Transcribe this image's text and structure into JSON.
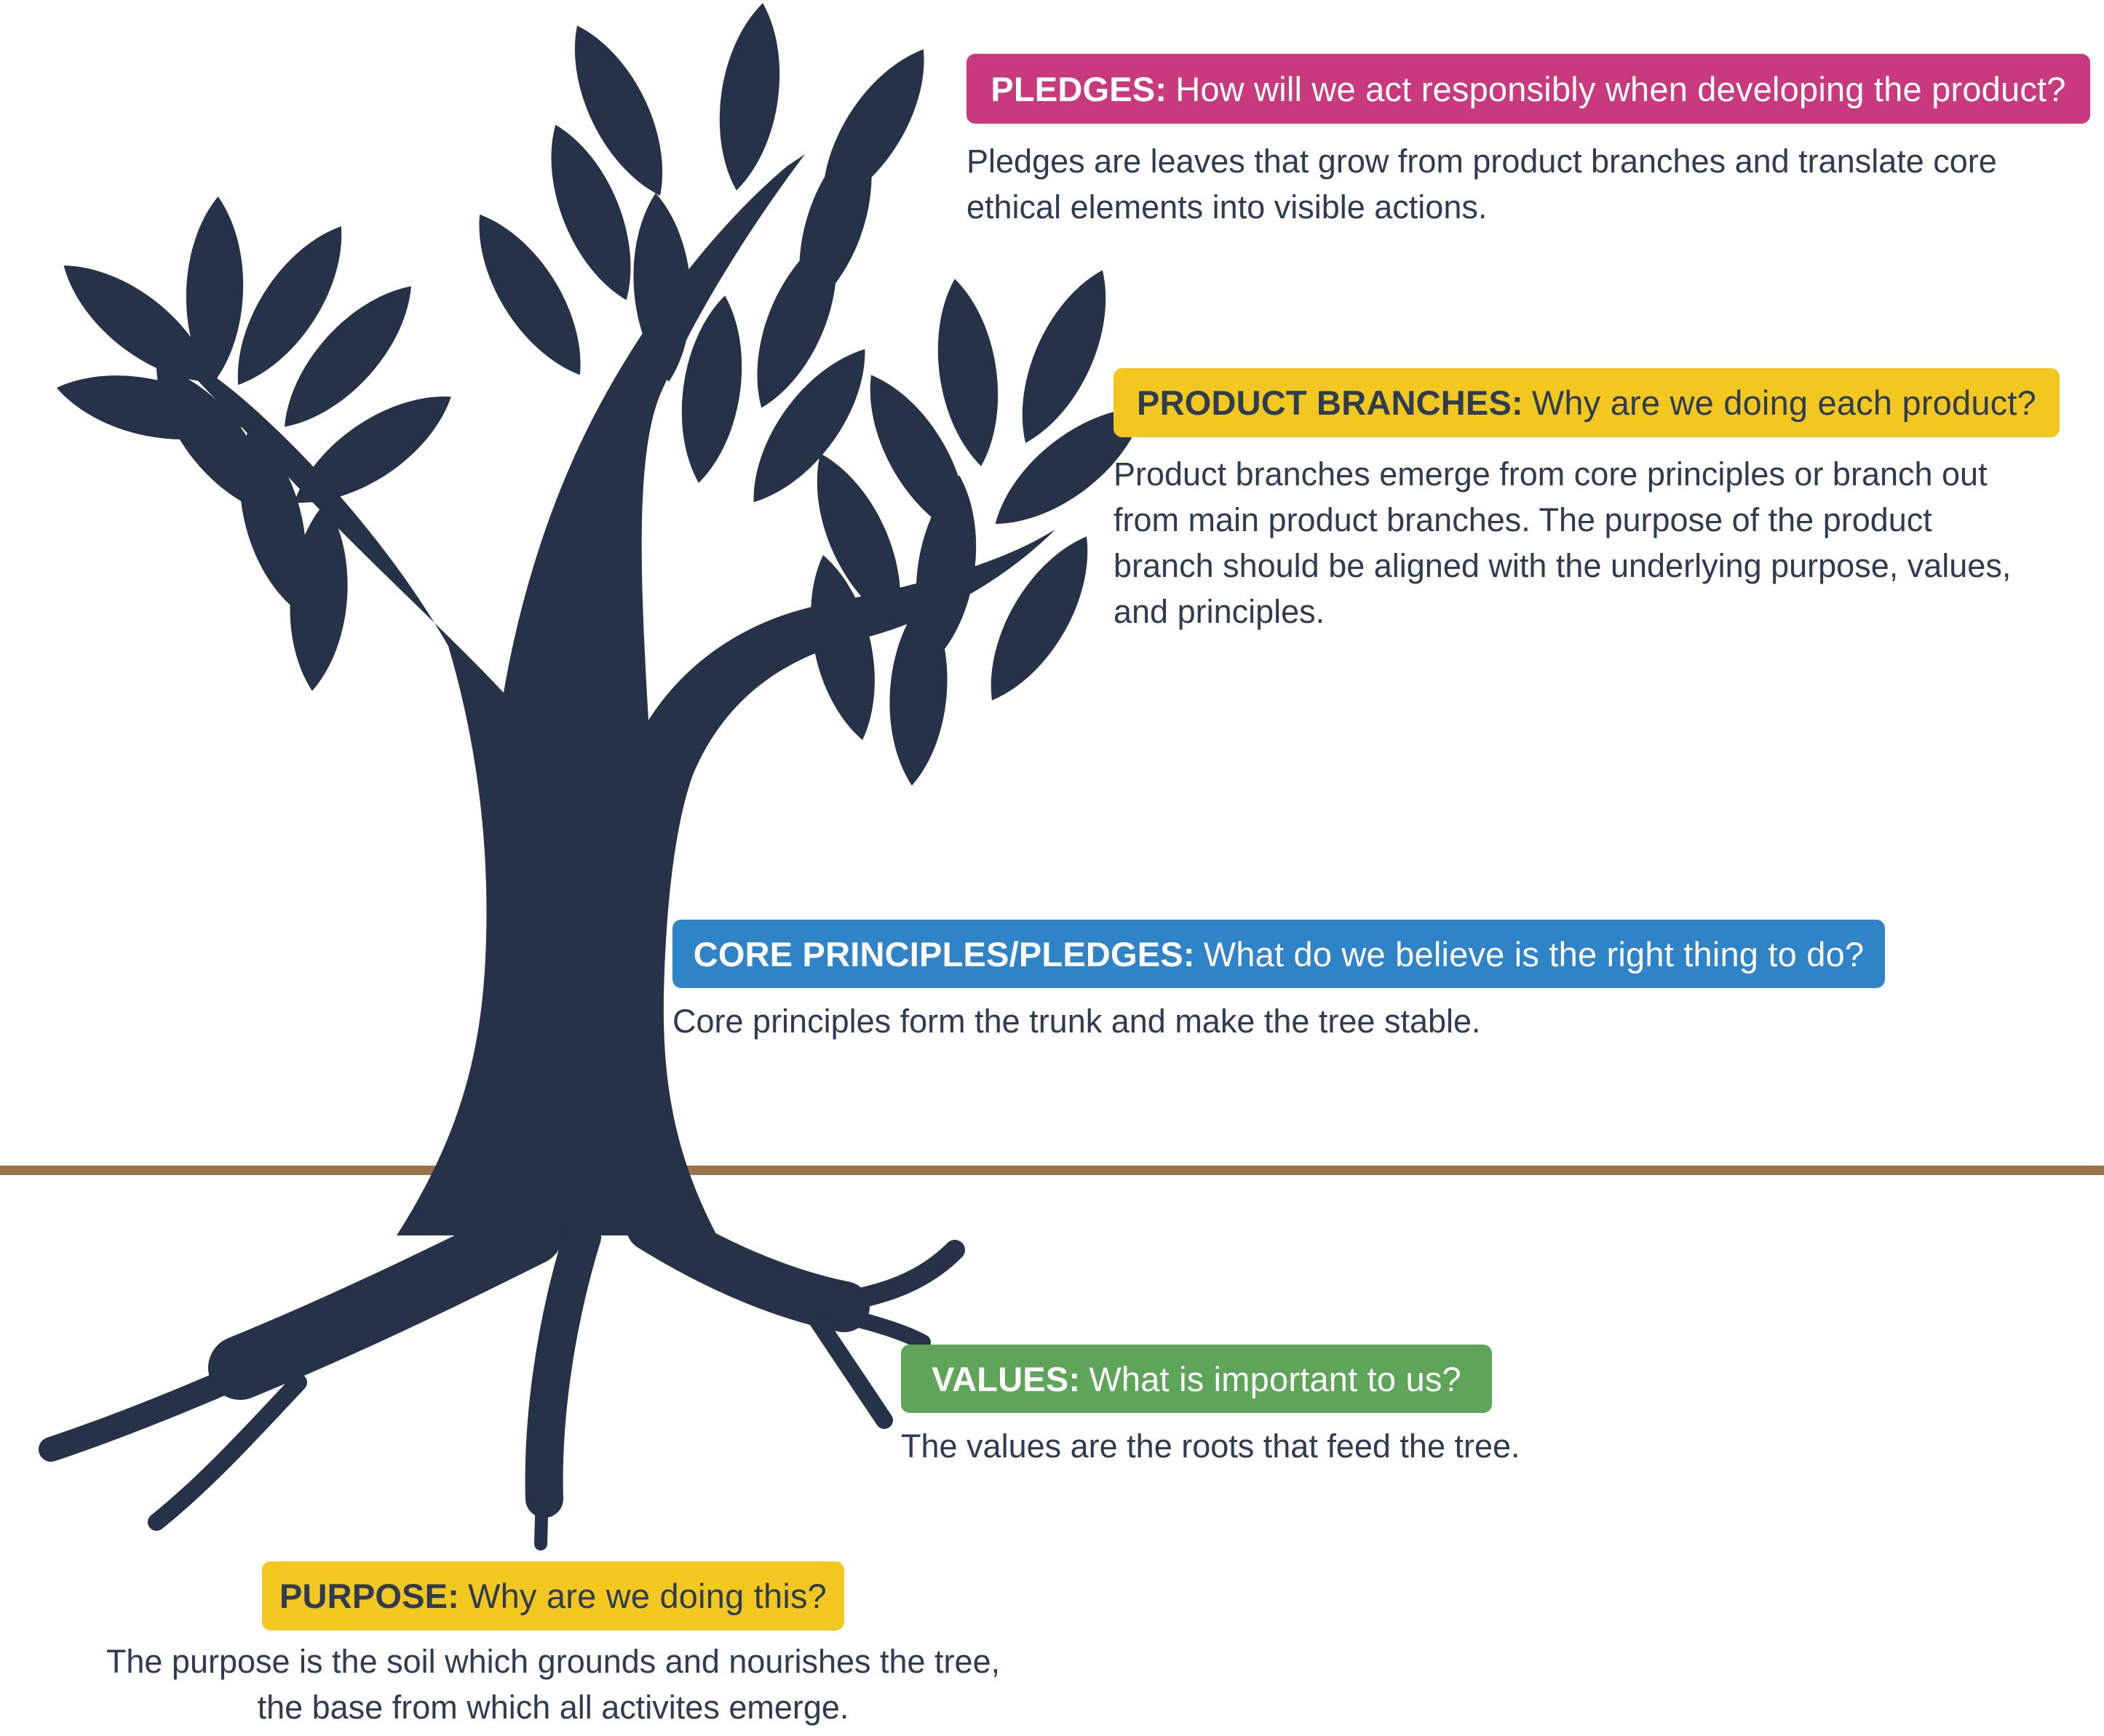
{
  "page": {
    "background_color": "#FFFFFF",
    "body_text_color": "#2F3B50",
    "tree_color": "#253247",
    "ground_line_color": "#9C744A"
  },
  "callouts": {
    "pledges": {
      "label": "PLEDGES:",
      "question": "How will we act responsibly when developing the product?",
      "description_lines": [
        "Pledges are leaves that grow from product branches and translate core",
        "ethical elements into visible actions."
      ],
      "banner_color": "#C9397E",
      "banner_text_color": "#FFFFFF"
    },
    "product_branches": {
      "label": "PRODUCT BRANCHES:",
      "question": "Why are we doing each product?",
      "description_lines": [
        "Product branches emerge from core principles or branch out",
        "from main product branches. The purpose of the product",
        "branch should be aligned with the underlying purpose, values,",
        "and principles."
      ],
      "banner_color": "#F2C71F",
      "banner_text_color": "#2F3B50"
    },
    "core_principles": {
      "label": "CORE PRINCIPLES/PLEDGES:",
      "question": "What do we believe is the right thing to do?",
      "description_lines": [
        "Core principles form the trunk and make the tree stable."
      ],
      "banner_color": "#2F84C8",
      "banner_text_color": "#FFFFFF"
    },
    "values": {
      "label": "VALUES:",
      "question": "What is important to us?",
      "description_lines": [
        "The values are the roots that feed the tree."
      ],
      "banner_color": "#5EA55A",
      "banner_text_color": "#FFFFFF"
    },
    "purpose": {
      "label": "PURPOSE:",
      "question": "Why are we doing this?",
      "description_lines": [
        "The purpose is the soil which grounds and nourishes the tree,",
        "the base from which all activites emerge."
      ],
      "banner_color": "#F2C71F",
      "banner_text_color": "#2F3B50"
    }
  }
}
